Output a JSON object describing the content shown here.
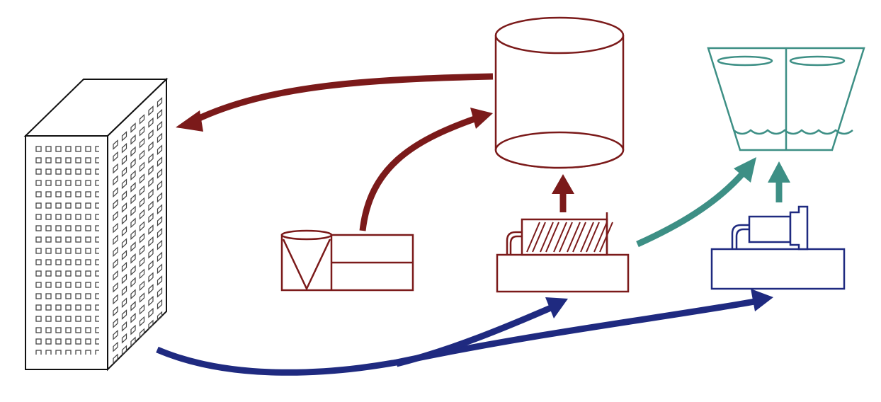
{
  "colors": {
    "chilled_water_loop": "#7b1a1a",
    "condenser_loop": "#3d8f85",
    "electrical_feed": "#1f2a80",
    "building_outline": "#111111",
    "background": "#ffffff"
  },
  "components": [
    {
      "id": "building",
      "icon": "office-building-icon"
    },
    {
      "id": "thermal-storage-tank",
      "icon": "cylinder-tank-icon"
    },
    {
      "id": "chiller",
      "icon": "screw-compressor-icon"
    },
    {
      "id": "ice-maker",
      "icon": "ice-maker-icon"
    },
    {
      "id": "cooling-tower",
      "icon": "cooling-tower-icon"
    },
    {
      "id": "pump",
      "icon": "pump-icon"
    }
  ],
  "flows": [
    {
      "from": "thermal-storage-tank",
      "to": "building",
      "color_key": "chilled_water_loop"
    },
    {
      "from": "ice-maker",
      "to": "thermal-storage-tank",
      "color_key": "chilled_water_loop"
    },
    {
      "from": "chiller",
      "to": "thermal-storage-tank",
      "color_key": "chilled_water_loop"
    },
    {
      "from": "chiller",
      "to": "cooling-tower",
      "color_key": "condenser_loop"
    },
    {
      "from": "pump",
      "to": "cooling-tower",
      "color_key": "condenser_loop"
    },
    {
      "from": "building",
      "to": "chiller",
      "color_key": "electrical_feed"
    },
    {
      "from": "building",
      "to": "pump",
      "color_key": "electrical_feed"
    }
  ]
}
